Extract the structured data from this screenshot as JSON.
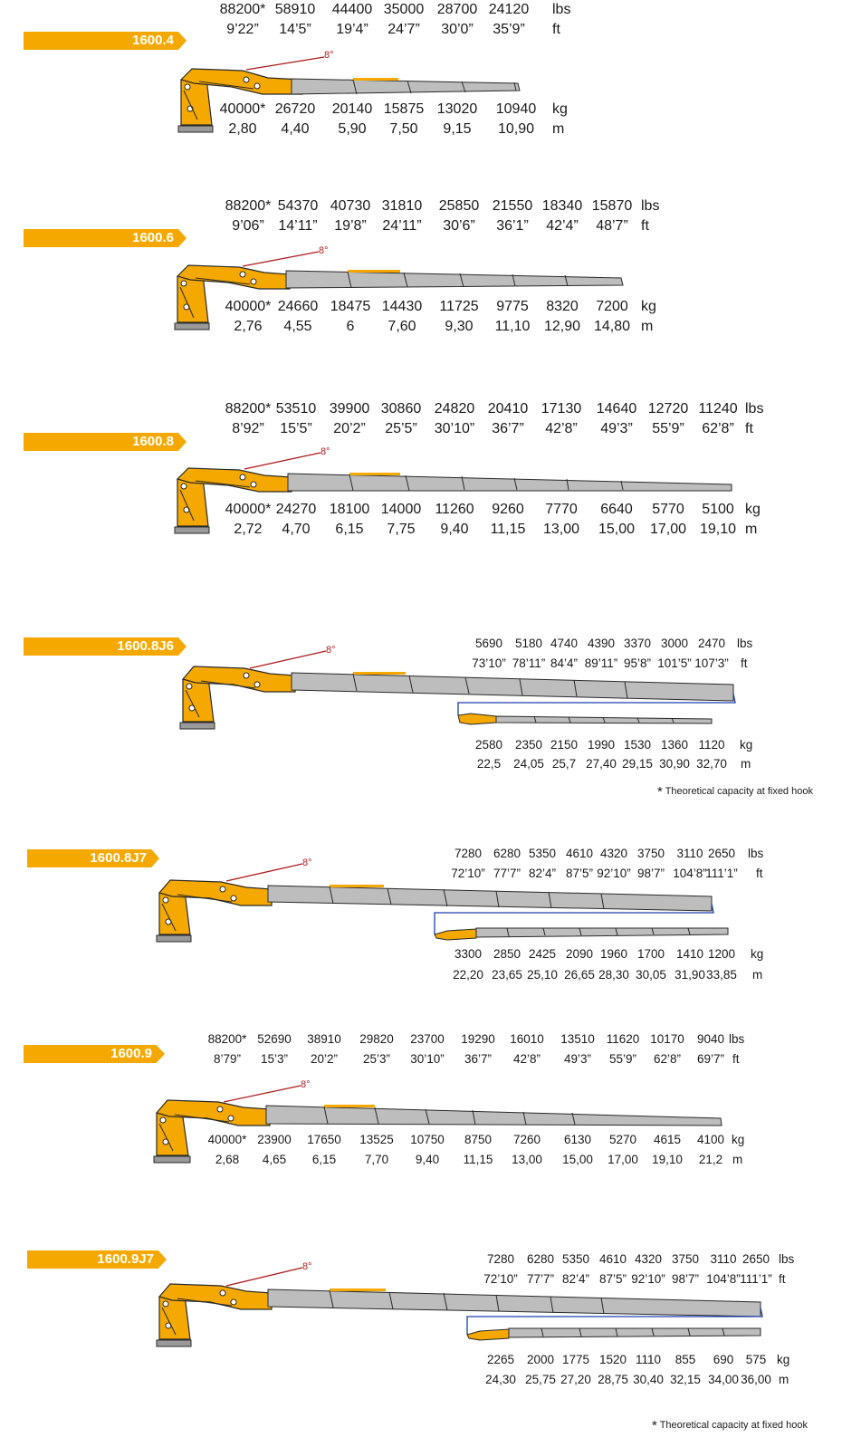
{
  "colors": {
    "accent": "#f5a800",
    "boom": "#bdbdbd",
    "outline": "#2a2a2a",
    "angle_line": "#b01b1b",
    "jib_link": "#1a3fb0"
  },
  "units": {
    "lbs": "lbs",
    "ft": "ft",
    "kg": "kg",
    "m": "m"
  },
  "angle_label": "8°",
  "note": "Theoretical capacity at fixed hook",
  "note_mark": "*",
  "models": [
    {
      "name": "1600.4",
      "lbs": [
        "88200*",
        "58910",
        "44400",
        "35000",
        "28700",
        "24120"
      ],
      "ft": [
        "9’22”",
        "14’5”",
        "19’4”",
        "24’7”",
        "30’0”",
        "35’9”"
      ],
      "kg": [
        "40000*",
        "26720",
        "20140",
        "15875",
        "13020",
        "10940"
      ],
      "m": [
        "2,80",
        "4,40",
        "5,90",
        "7,50",
        "9,15",
        "10,90"
      ]
    },
    {
      "name": "1600.6",
      "lbs": [
        "88200*",
        "54370",
        "40730",
        "31810",
        "25850",
        "21550",
        "18340",
        "15870"
      ],
      "ft": [
        "9’06”",
        "14’11”",
        "19’8”",
        "24’11”",
        "30’6”",
        "36’1”",
        "42’4”",
        "48’7”"
      ],
      "kg": [
        "40000*",
        "24660",
        "18475",
        "14430",
        "11725",
        "9775",
        "8320",
        "7200"
      ],
      "m": [
        "2,76",
        "4,55",
        "6",
        "7,60",
        "9,30",
        "11,10",
        "12,90",
        "14,80"
      ]
    },
    {
      "name": "1600.8",
      "lbs": [
        "88200*",
        "53510",
        "39900",
        "30860",
        "24820",
        "20410",
        "17130",
        "14640",
        "12720",
        "11240"
      ],
      "ft": [
        "8’92”",
        "15’5”",
        "20’2”",
        "25’5”",
        "30’10”",
        "36’7”",
        "42’8”",
        "49’3”",
        "55’9”",
        "62’8”"
      ],
      "kg": [
        "40000*",
        "24270",
        "18100",
        "14000",
        "11260",
        "9260",
        "7770",
        "6640",
        "5770",
        "5100"
      ],
      "m": [
        "2,72",
        "4,70",
        "6,15",
        "7,75",
        "9,40",
        "11,15",
        "13,00",
        "15,00",
        "17,00",
        "19,10"
      ]
    },
    {
      "name": "1600.8J6",
      "lbs": [
        "5690",
        "5180",
        "4740",
        "4390",
        "3370",
        "3000",
        "2470"
      ],
      "ft": [
        "73’10”",
        "78’11”",
        "84’4”",
        "89’11”",
        "95’8”",
        "101’5”",
        "107’3”"
      ],
      "kg": [
        "2580",
        "2350",
        "2150",
        "1990",
        "1530",
        "1360",
        "1120"
      ],
      "m": [
        "22,5",
        "24,05",
        "25,7",
        "27,40",
        "29,15",
        "30,90",
        "32,70"
      ]
    },
    {
      "name": "1600.8J7",
      "lbs": [
        "7280",
        "6280",
        "5350",
        "4610",
        "4320",
        "3750",
        "3110",
        "2650"
      ],
      "ft": [
        "72’10”",
        "77’7”",
        "82’4”",
        "87’5”",
        "92’10”",
        "98’7”",
        "104’8”",
        "111’1”"
      ],
      "kg": [
        "3300",
        "2850",
        "2425",
        "2090",
        "1960",
        "1700",
        "1410",
        "1200"
      ],
      "m": [
        "22,20",
        "23,65",
        "25,10",
        "26,65",
        "28,30",
        "30,05",
        "31,90",
        "33,85"
      ]
    },
    {
      "name": "1600.9",
      "lbs": [
        "88200*",
        "52690",
        "38910",
        "29820",
        "23700",
        "19290",
        "16010",
        "13510",
        "11620",
        "10170",
        "9040"
      ],
      "ft": [
        "8’79”",
        "15’3”",
        "20’2”",
        "25’3”",
        "30’10”",
        "36’7”",
        "42’8”",
        "49’3”",
        "55’9”",
        "62’8”",
        "69’7”"
      ],
      "kg": [
        "40000*",
        "23900",
        "17650",
        "13525",
        "10750",
        "8750",
        "7260",
        "6130",
        "5270",
        "4615",
        "4100"
      ],
      "m": [
        "2,68",
        "4,65",
        "6,15",
        "7,70",
        "9,40",
        "11,15",
        "13,00",
        "15,00",
        "17,00",
        "19,10",
        "21,2"
      ]
    },
    {
      "name": "1600.9J7",
      "lbs": [
        "7280",
        "6280",
        "5350",
        "4610",
        "4320",
        "3750",
        "3110",
        "2650"
      ],
      "ft": [
        "72’10”",
        "77’7”",
        "82’4”",
        "87’5”",
        "92’10”",
        "98’7”",
        "104’8”",
        "111’1”"
      ],
      "kg": [
        "2265",
        "2000",
        "1775",
        "1520",
        "1110",
        "855",
        "690",
        "575"
      ],
      "m": [
        "24,30",
        "25,75",
        "27,20",
        "28,75",
        "30,40",
        "32,15",
        "34,00",
        "36,00"
      ]
    }
  ]
}
